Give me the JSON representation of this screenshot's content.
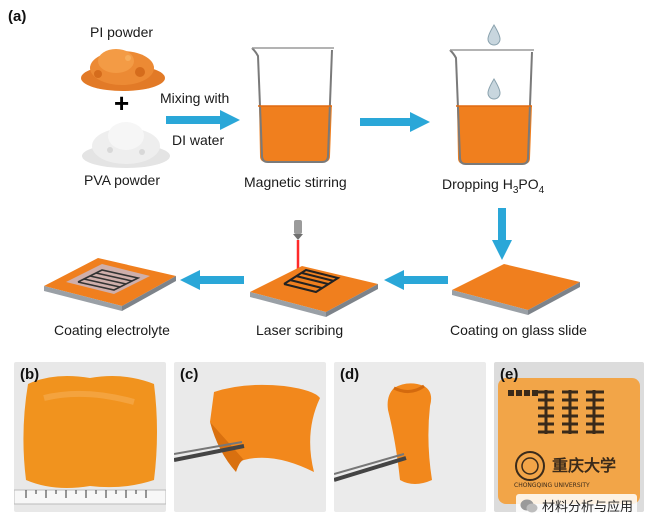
{
  "panel_a": {
    "letter": "(a)",
    "labels": {
      "pi_powder": "PI powder",
      "pva_powder": "PVA powder",
      "plus": "+",
      "mixing_line1": "Mixing with",
      "mixing_line2": "DI water",
      "magnetic_stirring": "Magnetic stirring",
      "dropping_prefix": "Dropping H",
      "dropping_sub1": "3",
      "dropping_mid": "PO",
      "dropping_sub2": "4",
      "coating_glass": "Coating on glass slide",
      "laser_scribing": "Laser scribing",
      "coating_electrolyte": "Coating electrolyte"
    }
  },
  "panel_b": {
    "letter": "(b)"
  },
  "panel_c": {
    "letter": "(c)"
  },
  "panel_d": {
    "letter": "(d)"
  },
  "panel_e": {
    "letter": "(e)",
    "university_cn": "重庆大学",
    "university_en": "CHONGQING UNIVERSITY"
  },
  "watermark": {
    "text": "材料分析与应用"
  },
  "colors": {
    "orange": "#f07f1e",
    "arrow": "#2aa7d8",
    "beaker_line": "#7a7a7a",
    "electrode": "#222222"
  }
}
